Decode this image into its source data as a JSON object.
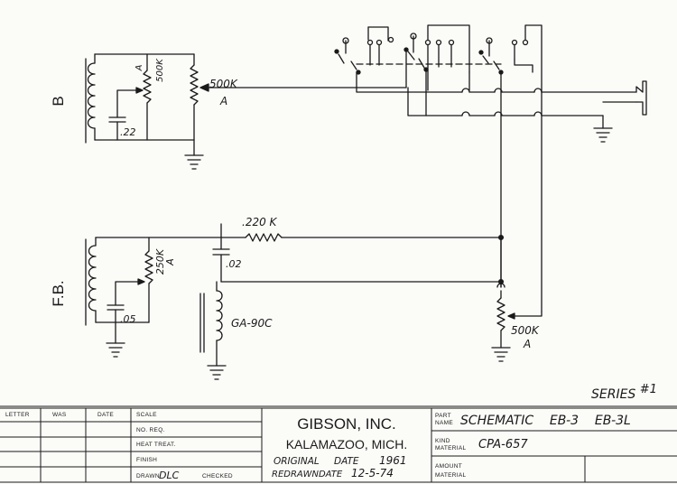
{
  "labels": {
    "pickup_bass": "B",
    "pickup_treble": "F.B.",
    "pot_bass_vol": "500K",
    "pot_bass_vol_taper": "A",
    "pot_bass_tone": "500K",
    "pot_bass_tone_taper": "A",
    "cap_bass": ".22",
    "resistor": ".220 K",
    "cap_coupling": ".02",
    "pot_treble_tone": "250K",
    "pot_treble_tone_taper": "A",
    "cap_treble": ".05",
    "choke": "GA-90C",
    "pot_master": "500K",
    "pot_master_taper": "A"
  },
  "series": "SERIES",
  "series_number": "#1",
  "title_block": {
    "headers": [
      "LETTER",
      "WAS",
      "DATE"
    ],
    "scale": "SCALE",
    "no_req": "NO. REQ.",
    "heat_treat": "HEAT TREAT.",
    "finish": "FINISH",
    "drawn": "DRAWN",
    "drawn_by": "DLC",
    "checked": "CHECKED",
    "company": "GIBSON, INC.",
    "city": "KALAMAZOO, MICH.",
    "original_date_label": "ORIGINAL",
    "date_word": "DATE",
    "original_date_value": "1961",
    "redrawn_label": "REDRAWNDATE",
    "redrawn_value": "12-5-74",
    "part_name_label_1": "PART",
    "part_name_label_2": "NAME",
    "part_name_value": "SCHEMATIC    EB-3    EB-3L",
    "kind_material_label_1": "KIND",
    "kind_material_label_2": "MATERIAL",
    "kind_material_value": "CPA-657",
    "amount_label": "AMOUNT",
    "material_label": "MATERIAL"
  }
}
